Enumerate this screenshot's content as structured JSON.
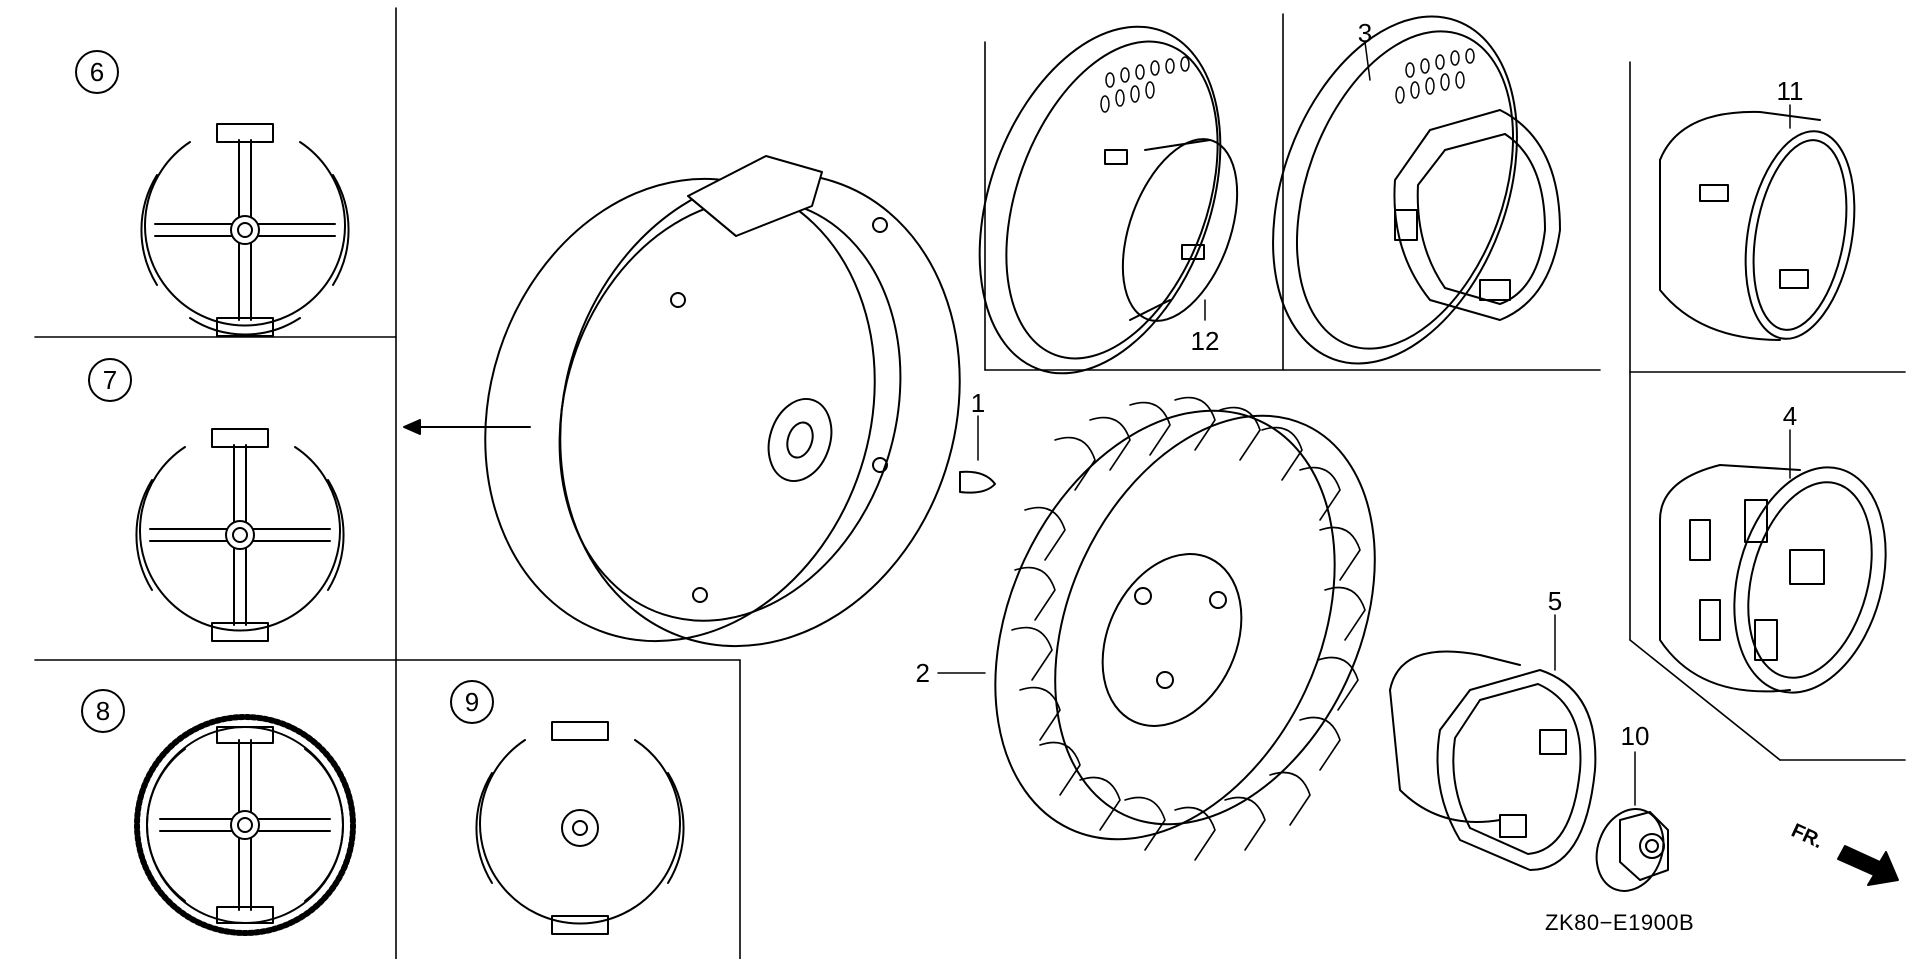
{
  "diagram": {
    "code": "ZK80−E1900B",
    "front_label": "FR.",
    "callouts": {
      "p1": "1",
      "p2": "2",
      "p3": "3",
      "p4": "4",
      "p5": "5",
      "p6": "6",
      "p7": "7",
      "p8": "8",
      "p9": "9",
      "p10": "10",
      "p11": "11",
      "p12": "12"
    }
  },
  "colors": {
    "ink": "#000000",
    "background": "#ffffff"
  },
  "icons": [
    "front-direction-arrow-icon",
    "direction-arrow-icon"
  ]
}
